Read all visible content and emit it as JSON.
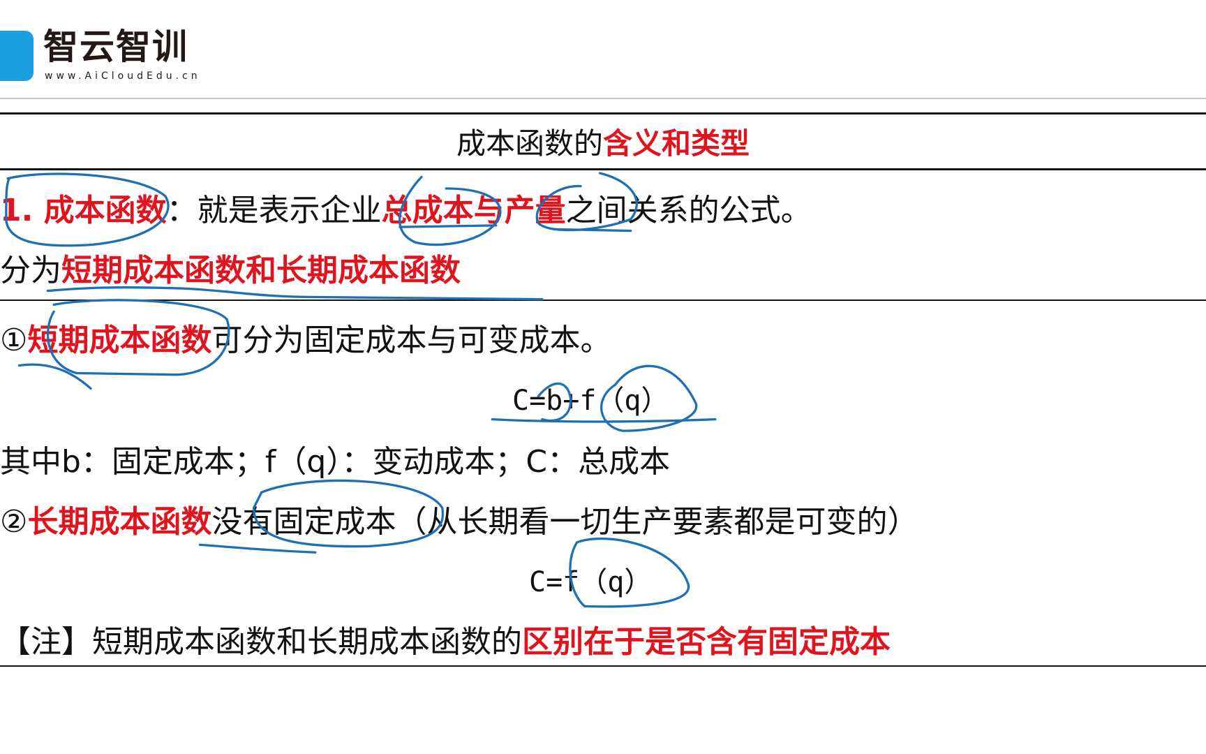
{
  "logo": {
    "name": "智云智训",
    "url": "www.AiCloudEdu.cn",
    "brand_color": "#1a9fe0"
  },
  "title": {
    "black": "成本函数的",
    "red": "含义和类型"
  },
  "row1": {
    "red": "1. 成本函数",
    "black1": "：就是表示企业",
    "red2": "总成本与产量",
    "black2": "之间关系的公式。"
  },
  "row2": {
    "black": "分为",
    "red": "短期成本函数和长期成本函数"
  },
  "row3": {
    "black1": "①",
    "red": "短期成本函数",
    "black2": "可分为固定成本与可变成本。"
  },
  "formula1": "C=b+f（q）",
  "row4": "其中b：固定成本；f（q）：变动成本；C：总成本",
  "row5": {
    "black1": "②",
    "red": "长期成本函数",
    "black2": "没有固定成本（从长期看一切生产要素都是可变的）"
  },
  "formula2": "C=f（q）",
  "note": {
    "black": "【注】短期成本函数和长期成本函数的",
    "red": "区别在于是否含有固定成本"
  },
  "colors": {
    "emphasis": "#e0141e",
    "ink": "#1f6fb5"
  }
}
